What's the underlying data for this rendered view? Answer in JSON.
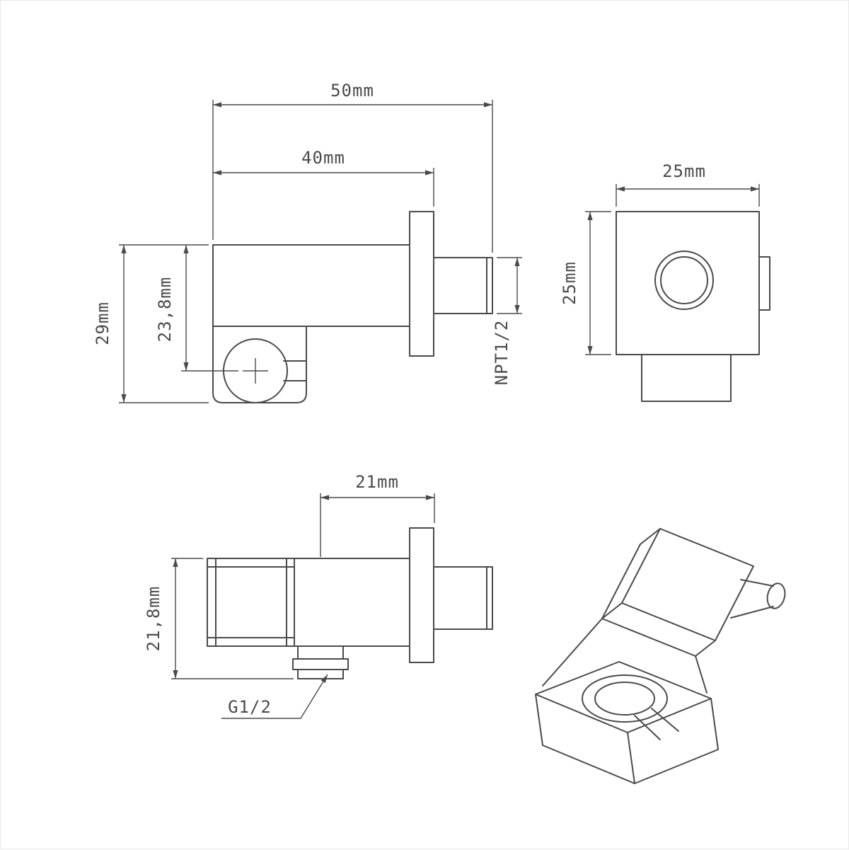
{
  "meta": {
    "background": "#ffffff",
    "line_color": "#4a4a4a"
  },
  "views": {
    "side": {
      "dim_overall_length": "50mm",
      "dim_body_length": "40mm",
      "dim_overall_height": "29mm",
      "dim_holder_center": "23,8mm",
      "dim_inlet_thread": "NPT1/2"
    },
    "front": {
      "dim_width": "25mm",
      "dim_height": "25mm"
    },
    "plan": {
      "dim_outlet_offset": "21mm",
      "dim_depth": "21,8mm",
      "dim_outlet_thread": "G1/2"
    }
  }
}
